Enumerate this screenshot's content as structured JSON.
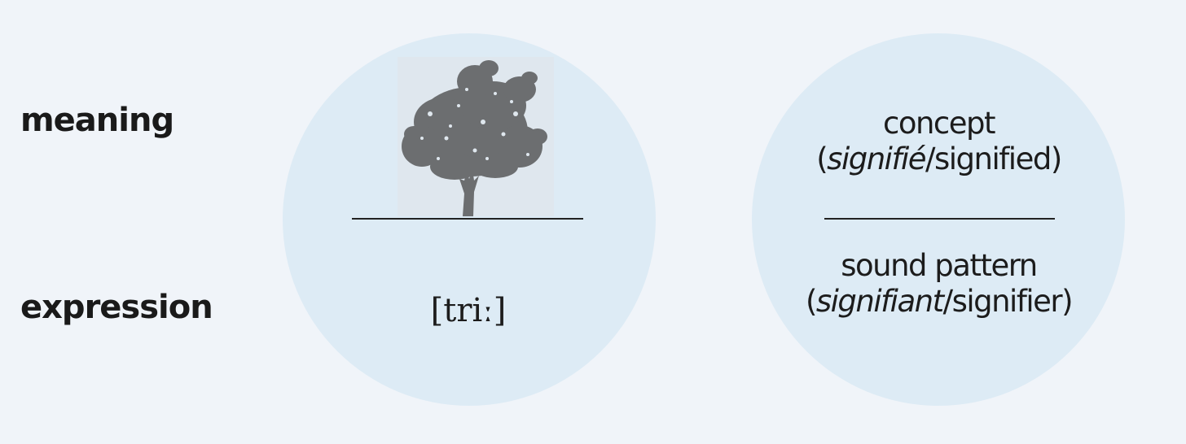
{
  "row_labels": {
    "meaning": "meaning",
    "expression": "expression"
  },
  "left_sign": {
    "image": "tree-icon",
    "ipa": "[triː]"
  },
  "right_sign": {
    "concept": {
      "line1": "concept",
      "open_paren": "(",
      "french": "signifié",
      "slash": "/",
      "english": "signified",
      "close_paren": ")"
    },
    "sound_pattern": {
      "line1": "sound pattern",
      "open_paren": "(",
      "french": "signifiant",
      "slash": "/",
      "english": "signifier",
      "close_paren": ")"
    }
  },
  "colors": {
    "background": "#f0f4f9",
    "circle_fill": "#ddebf5",
    "text": "#1c1c1c",
    "tree": "#6c6e70"
  }
}
